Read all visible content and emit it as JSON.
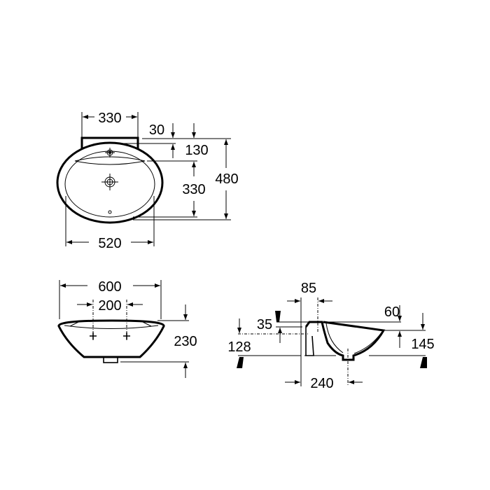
{
  "top_view": {
    "width_back_plate": "330",
    "back_offset": "30",
    "tap_hole_distance": "130",
    "basin_depth": "330",
    "total_depth": "480",
    "total_width": "520"
  },
  "front_view": {
    "total_width": "600",
    "fixing_distance": "200",
    "height": "230"
  },
  "side_view": {
    "wall_to_fixing": "85",
    "rim_drop": "60",
    "fixing_height": "35",
    "fixing_from_floor": "128",
    "front_height": "145",
    "drain_from_wall": "240"
  }
}
